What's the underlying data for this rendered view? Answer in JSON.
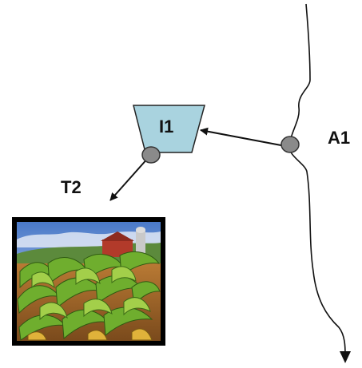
{
  "labels": {
    "intake": "I1",
    "river": "A1",
    "target": "T2"
  },
  "icons": {
    "intake": "trapezoid-intake-icon",
    "river_node": "diversion-node-icon",
    "intake_node": "intake-node-icon",
    "farm": "farm-field-icon"
  },
  "colors": {
    "intake_fill": "#a9d3df",
    "node_fill": "#8a8a8a",
    "line": "#111111"
  }
}
